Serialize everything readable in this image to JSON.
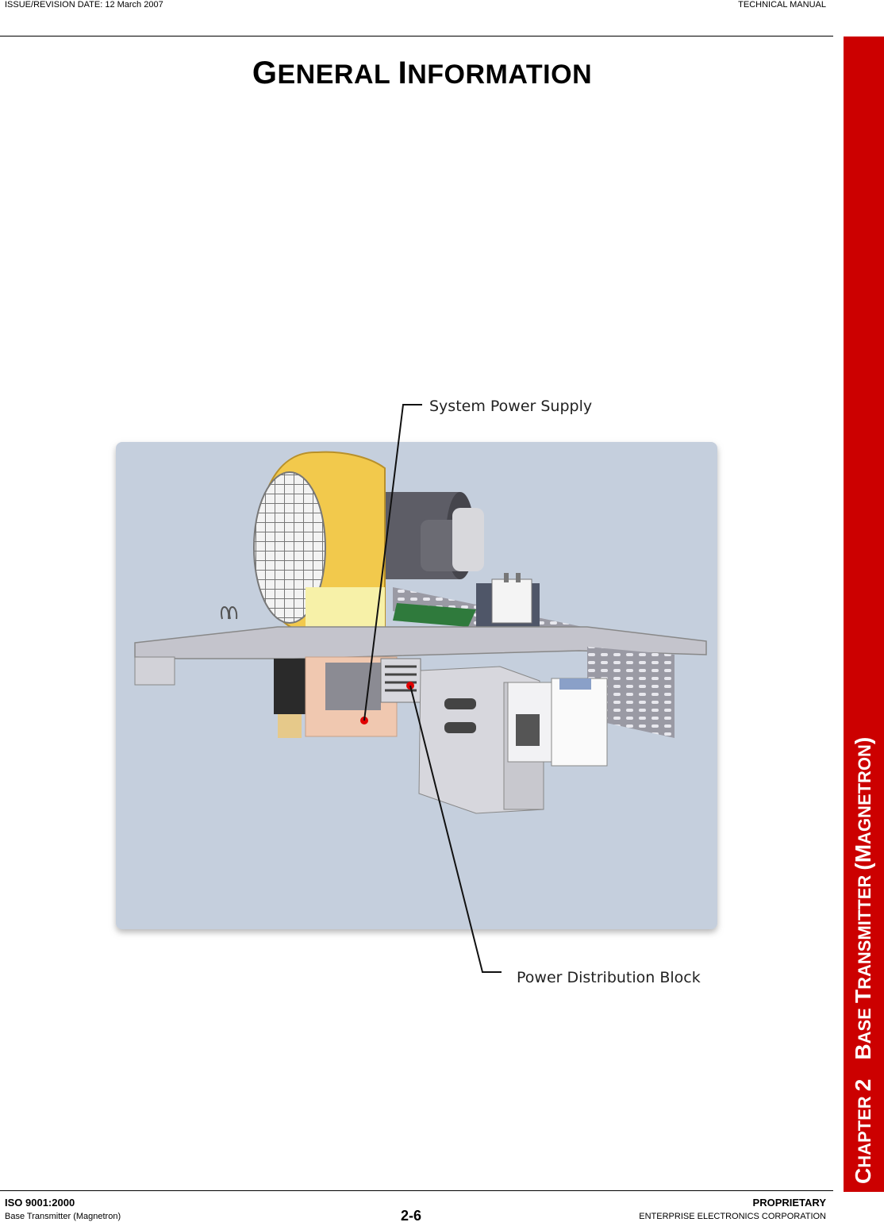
{
  "header": {
    "issue_date": "ISSUE/REVISION DATE:  12 March 2007",
    "manual_type": "TECHNICAL MANUAL"
  },
  "page_title": {
    "first_cap": "G",
    "first_rest": "ENERAL ",
    "second_cap": "I",
    "second_rest": "NFORMATION"
  },
  "side_tab": {
    "chapter_cap": "C",
    "chapter_rest": "HAPTER ",
    "chapter_num": "2",
    "title_cap1": "B",
    "title_rest1": "ASE ",
    "title_cap2": "T",
    "title_rest2": "RANSMITTER ",
    "title_paren": "(",
    "title_cap3": "M",
    "title_rest3": "AGNETRON",
    "title_paren_close": ")"
  },
  "figure": {
    "callout_top": "System Power Supply",
    "callout_bottom": "Power Distribution Block"
  },
  "footer": {
    "iso": "ISO 9001:2000",
    "subtitle": "Base Transmitter (Magnetron)",
    "page_number": "2-6",
    "proprietary": "PROPRIETARY",
    "company": "ENTERPRISE ELECTRONICS CORPORATION"
  },
  "colors": {
    "side_tab": "#cc0000",
    "figure_bg": "#c5cfdd",
    "blower": "#f2c94c",
    "callout_dot": "#e00000"
  }
}
